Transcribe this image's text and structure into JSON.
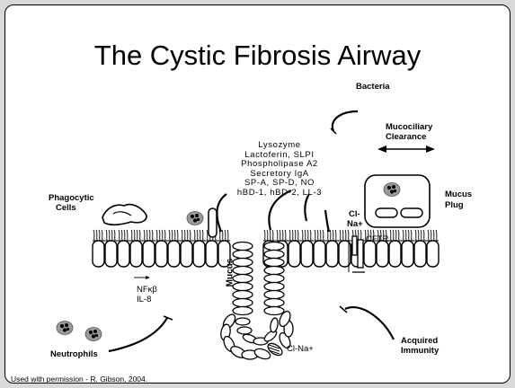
{
  "title": "The Cystic Fibrosis Airway",
  "labels": {
    "bacteria": "Bacteria",
    "mucociliary_clearance_line1": "Mucociliary",
    "mucociliary_clearance_line2": "Clearance",
    "mucus_plug_line1": "Mucus",
    "mucus_plug_line2": "Plug",
    "phagocytic_line1": "Phagocytic",
    "phagocytic_line2": "Cells",
    "neutrophils": "Neutrophils",
    "acquired_line1": "Acquired",
    "acquired_line2": "Immunity",
    "cl_top": "Cl-",
    "na_top": "Na+",
    "cftr": "CFTR",
    "mucus": "Mucus",
    "nfkb": "NFκβ",
    "il8": "IL-8",
    "cl_na_bottom": "Cl-Na+"
  },
  "defense_molecules": [
    "Lysozyme",
    "Lactoferin, SLPI",
    "Phospholipase A2",
    "Secretory IgA",
    "SP-A, SP-D, NO",
    "hBD-1, hBD-2, LL-3"
  ],
  "credit": "Used with permission - R. Gibson, 2004."
}
